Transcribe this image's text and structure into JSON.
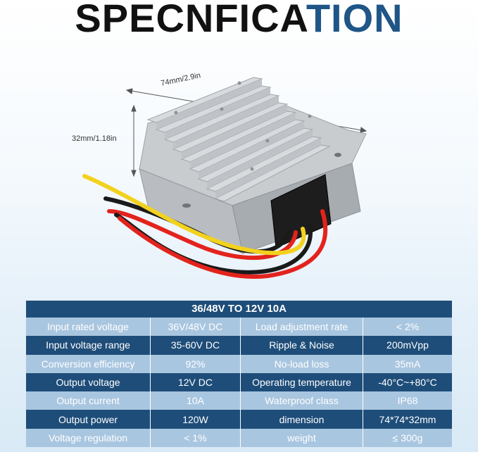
{
  "headline": {
    "dark": "SPECNFICA",
    "accent": "TION"
  },
  "dimensions": {
    "length": "74mm/2.9in",
    "height": "32mm/1.18in"
  },
  "table": {
    "title": "36/48V TO 12V 10A",
    "rows": [
      {
        "c1": "Input rated voltage",
        "c2": "36V/48V DC",
        "c3": "Load adjustment rate",
        "c4": "< 2%"
      },
      {
        "c1": "Input voltage range",
        "c2": "35-60V DC",
        "c3": "Ripple & Noise",
        "c4": "200mVpp"
      },
      {
        "c1": "Conversion efficiency",
        "c2": "92%",
        "c3": "No-load loss",
        "c4": "35mA"
      },
      {
        "c1": "Output voltage",
        "c2": "12V DC",
        "c3": "Operating temperature",
        "c4": "-40°C~+80°C"
      },
      {
        "c1": "Output current",
        "c2": "10A",
        "c3": "Waterproof class",
        "c4": "IP68"
      },
      {
        "c1": "Output power",
        "c2": "120W",
        "c3": "dimension",
        "c4": "74*74*32mm"
      },
      {
        "c1": "Voltage regulation",
        "c2": "< 1%",
        "c3": "weight",
        "c4": "≤ 300g"
      }
    ]
  },
  "colors": {
    "accent": "#1f5587",
    "table_dark": "#1e4d79",
    "table_light": "#a9c6e0"
  }
}
